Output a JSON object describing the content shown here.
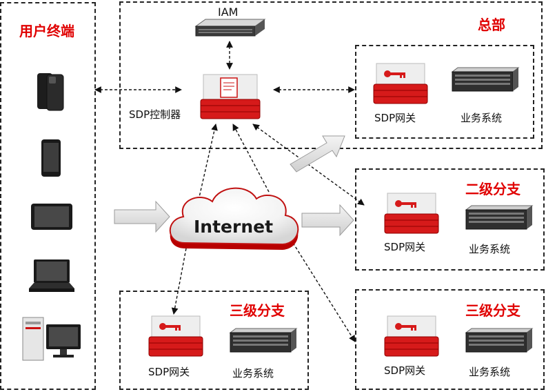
{
  "user_terminal": {
    "title": "用户终端"
  },
  "hq": {
    "title": "总部"
  },
  "iam": {
    "label": "IAM"
  },
  "controller": {
    "label": "SDP控制器"
  },
  "internet": {
    "label": "Internet"
  },
  "branch2": {
    "title": "二级分支"
  },
  "branch3a": {
    "title": "三级分支"
  },
  "branch3b": {
    "title": "三级分支"
  },
  "gateway_label": "SDP网关",
  "business_label": "业务系统",
  "colors": {
    "accent_red": "#e00000",
    "arrow_gray": "#d9d9d9"
  }
}
